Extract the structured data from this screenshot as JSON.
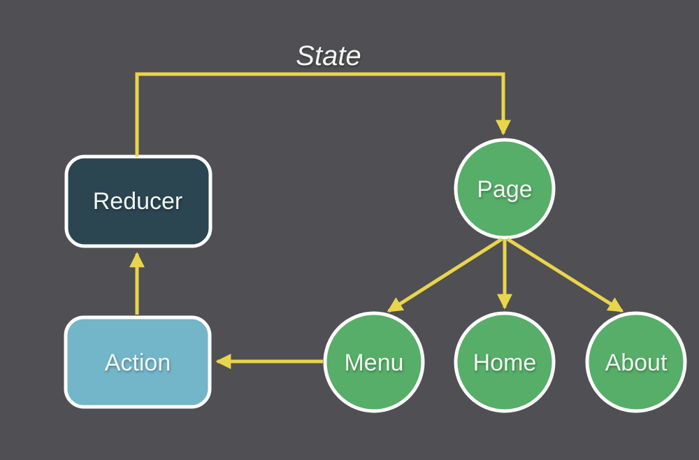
{
  "diagram": {
    "state_label": "State",
    "colors": {
      "background": "#504f53",
      "arrow": "#e9d54b",
      "node_border": "#ffffff",
      "label_text": "#f2f8f2",
      "reducer_fill": "#2b4551",
      "action_fill": "#73b5c9",
      "circle_fill": "#56ae68"
    },
    "nodes": {
      "reducer": {
        "label": "Reducer",
        "type": "rounded-box"
      },
      "action": {
        "label": "Action",
        "type": "rounded-box"
      },
      "page": {
        "label": "Page",
        "type": "circle"
      },
      "menu": {
        "label": "Menu",
        "type": "circle"
      },
      "home": {
        "label": "Home",
        "type": "circle"
      },
      "about": {
        "label": "About",
        "type": "circle"
      }
    },
    "edges": [
      {
        "from": "Reducer",
        "to": "Page",
        "label": "State"
      },
      {
        "from": "Action",
        "to": "Reducer",
        "label": ""
      },
      {
        "from": "Menu",
        "to": "Action",
        "label": ""
      },
      {
        "from": "Page",
        "to": "Menu",
        "label": ""
      },
      {
        "from": "Page",
        "to": "Home",
        "label": ""
      },
      {
        "from": "Page",
        "to": "About",
        "label": ""
      }
    ]
  }
}
